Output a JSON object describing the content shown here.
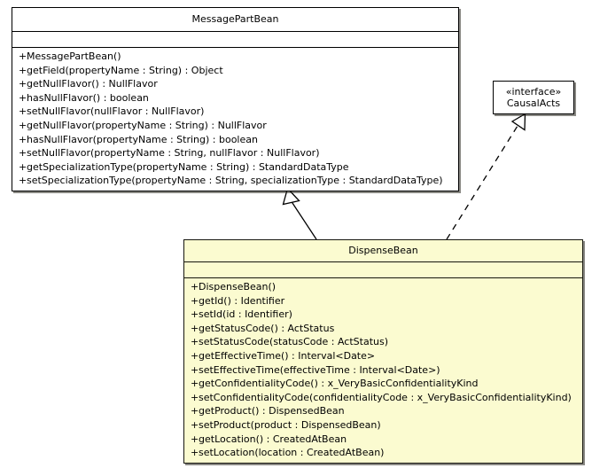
{
  "diagram": {
    "kind": "uml-class-diagram",
    "colors": {
      "background": "#ffffff",
      "plain_fill": "#ffffff",
      "highlight_fill": "#fbfbd0",
      "border": "#000000",
      "highlight_border": "#16160f",
      "line": "#000000",
      "shadow": "#28261e"
    },
    "classes": [
      {
        "id": "messagepartbean",
        "name": "MessagePartBean",
        "stereotype": "",
        "fill": "plain",
        "attributes": [],
        "methods": [
          {
            "visibility": "+",
            "signature": "MessagePartBean()"
          },
          {
            "visibility": "+",
            "signature": "getField(propertyName : String) : Object"
          },
          {
            "visibility": "+",
            "signature": "getNullFlavor() : NullFlavor"
          },
          {
            "visibility": "+",
            "signature": "hasNullFlavor() : boolean"
          },
          {
            "visibility": "+",
            "signature": "setNullFlavor(nullFlavor : NullFlavor)"
          },
          {
            "visibility": "+",
            "signature": "getNullFlavor(propertyName : String) : NullFlavor"
          },
          {
            "visibility": "+",
            "signature": "hasNullFlavor(propertyName : String) : boolean"
          },
          {
            "visibility": "+",
            "signature": "setNullFlavor(propertyName : String, nullFlavor : NullFlavor)"
          },
          {
            "visibility": "+",
            "signature": "getSpecializationType(propertyName : String) : StandardDataType"
          },
          {
            "visibility": "+",
            "signature": "setSpecializationType(propertyName : String, specializationType : StandardDataType)"
          }
        ]
      },
      {
        "id": "causalacts",
        "name": "CausalActs",
        "stereotype": "«interface»",
        "fill": "plain",
        "attributes": [],
        "methods": []
      },
      {
        "id": "dispensebean",
        "name": "DispenseBean",
        "stereotype": "",
        "fill": "highlight",
        "attributes": [],
        "methods": [
          {
            "visibility": "+",
            "signature": "DispenseBean()"
          },
          {
            "visibility": "+",
            "signature": "getId() : Identifier"
          },
          {
            "visibility": "+",
            "signature": "setId(id : Identifier)"
          },
          {
            "visibility": "+",
            "signature": "getStatusCode() : ActStatus"
          },
          {
            "visibility": "+",
            "signature": "setStatusCode(statusCode : ActStatus)"
          },
          {
            "visibility": "+",
            "signature": "getEffectiveTime() : Interval<Date>"
          },
          {
            "visibility": "+",
            "signature": "setEffectiveTime(effectiveTime : Interval<Date>)"
          },
          {
            "visibility": "+",
            "signature": "getConfidentialityCode() : x_VeryBasicConfidentialityKind"
          },
          {
            "visibility": "+",
            "signature": "setConfidentialityCode(confidentialityCode : x_VeryBasicConfidentialityKind)"
          },
          {
            "visibility": "+",
            "signature": "getProduct() : DispensedBean"
          },
          {
            "visibility": "+",
            "signature": "setProduct(product : DispensedBean)"
          },
          {
            "visibility": "+",
            "signature": "getLocation() : CreatedAtBean"
          },
          {
            "visibility": "+",
            "signature": "setLocation(location : CreatedAtBean)"
          }
        ]
      }
    ],
    "relationships": [
      {
        "id": "generalization-dispensebean-messagepartbean",
        "type": "generalization",
        "style": "solid",
        "arrow": "hollow-triangle",
        "source": "dispensebean",
        "target": "messagepartbean"
      },
      {
        "id": "realization-dispensebean-causalacts",
        "type": "realization",
        "style": "dashed",
        "arrow": "hollow-triangle",
        "source": "dispensebean",
        "target": "causalacts"
      }
    ]
  }
}
